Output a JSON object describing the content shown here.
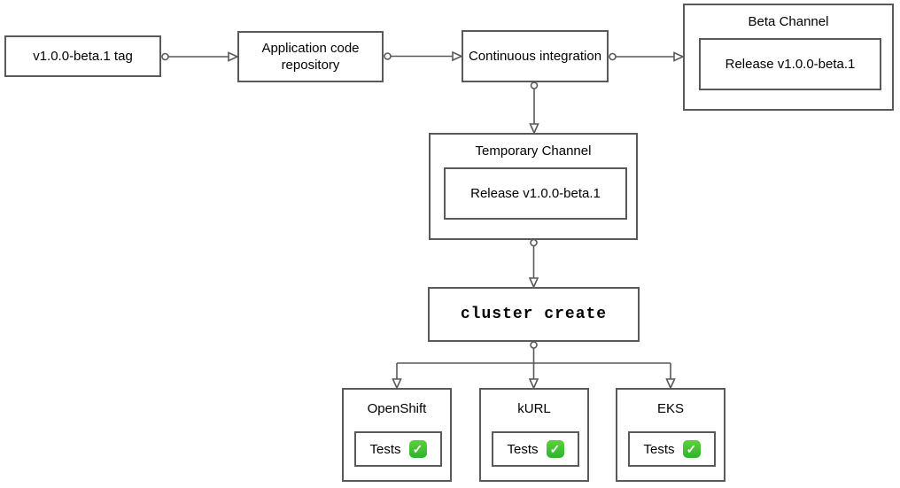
{
  "diagram": {
    "nodes": {
      "tag": {
        "label": "v1.0.0-beta.1 tag"
      },
      "repo": {
        "label": "Application code repository"
      },
      "ci": {
        "label": "Continuous integration"
      },
      "beta_channel": {
        "title": "Beta Channel",
        "release": "Release v1.0.0-beta.1"
      },
      "temp_channel": {
        "title": "Temporary Channel",
        "release": "Release v1.0.0-beta.1"
      },
      "cluster_create": {
        "label": "cluster create"
      },
      "openshift": {
        "title": "OpenShift",
        "tests_label": "Tests"
      },
      "kurl": {
        "title": "kURL",
        "tests_label": "Tests"
      },
      "eks": {
        "title": "EKS",
        "tests_label": "Tests"
      }
    },
    "icons": {
      "check_glyph": "✓"
    },
    "colors": {
      "border": "#595959",
      "text": "#000000",
      "background": "#ffffff",
      "check_green": "#2db32d"
    }
  }
}
